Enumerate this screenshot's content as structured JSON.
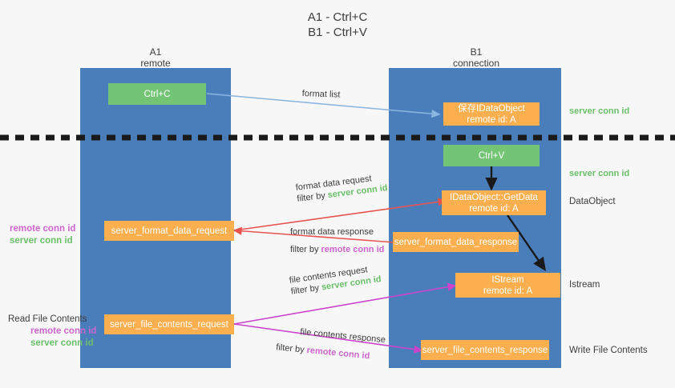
{
  "title": {
    "line1": "A1 - Ctrl+C",
    "line2": "B1 - Ctrl+V"
  },
  "lanes": [
    {
      "id": "a1",
      "name": "A1",
      "sub": "remote"
    },
    {
      "id": "b1",
      "name": "B1",
      "sub": "connection"
    }
  ],
  "nodes": {
    "ctrl_c": {
      "line1": "Ctrl+C",
      "line2": ""
    },
    "save_idataobject": {
      "line1": "保存IDataObject",
      "line2": "remote id: A"
    },
    "ctrl_v": {
      "line1": "Ctrl+V",
      "line2": ""
    },
    "getdata": {
      "line1": "IDataObject::GetData",
      "line2": "remote id: A"
    },
    "format_data_request": {
      "line1": "server_format_data_request",
      "line2": ""
    },
    "format_data_response": {
      "line1": "server_format_data_response",
      "line2": ""
    },
    "istream": {
      "line1": "IStream",
      "line2": "remote id: A"
    },
    "file_contents_request": {
      "line1": "server_file_contents_request",
      "line2": ""
    },
    "file_contents_response": {
      "line1": "server_file_contents_response",
      "line2": ""
    }
  },
  "right_labels": {
    "server_conn_id_top": "server conn id",
    "server_conn_id_mid": "server conn id",
    "dataobject": "DataObject",
    "istream": "Istream",
    "write_file_contents": "Write File Contents"
  },
  "left_labels": {
    "remote_conn_id_1": "remote conn id",
    "server_conn_id_1": "server conn id",
    "read_file_contents": "Read File Contents",
    "remote_conn_id_2": "remote conn id",
    "server_conn_id_2": "server conn id"
  },
  "edges": {
    "format_list": {
      "main": "format list",
      "filter_prefix": "",
      "filter_key": ""
    },
    "format_data_request": {
      "main": "format data request",
      "filter_prefix": "filter by ",
      "filter_key": "server conn id"
    },
    "format_data_response": {
      "main": "format data response",
      "filter_prefix": "filter by ",
      "filter_key": "remote conn id"
    },
    "file_contents_request": {
      "main": "file contents request",
      "filter_prefix": "filter by ",
      "filter_key": "server conn id"
    },
    "file_contents_response": {
      "main": "file contents response",
      "filter_prefix": "filter by ",
      "filter_key": "remote conn id"
    }
  },
  "colors": {
    "lane": "#4a7ebb",
    "green_node": "#74c476",
    "orange_node": "#fcaf4f",
    "green_text": "#6abf69",
    "purple_text": "#cc66cc",
    "red_arrow": "#e8534f",
    "magenta_arrow": "#cc44cc",
    "blue_arrow": "#8ab6e0",
    "black_arrow": "#1a1a1a",
    "background": "#f7f7f7"
  }
}
